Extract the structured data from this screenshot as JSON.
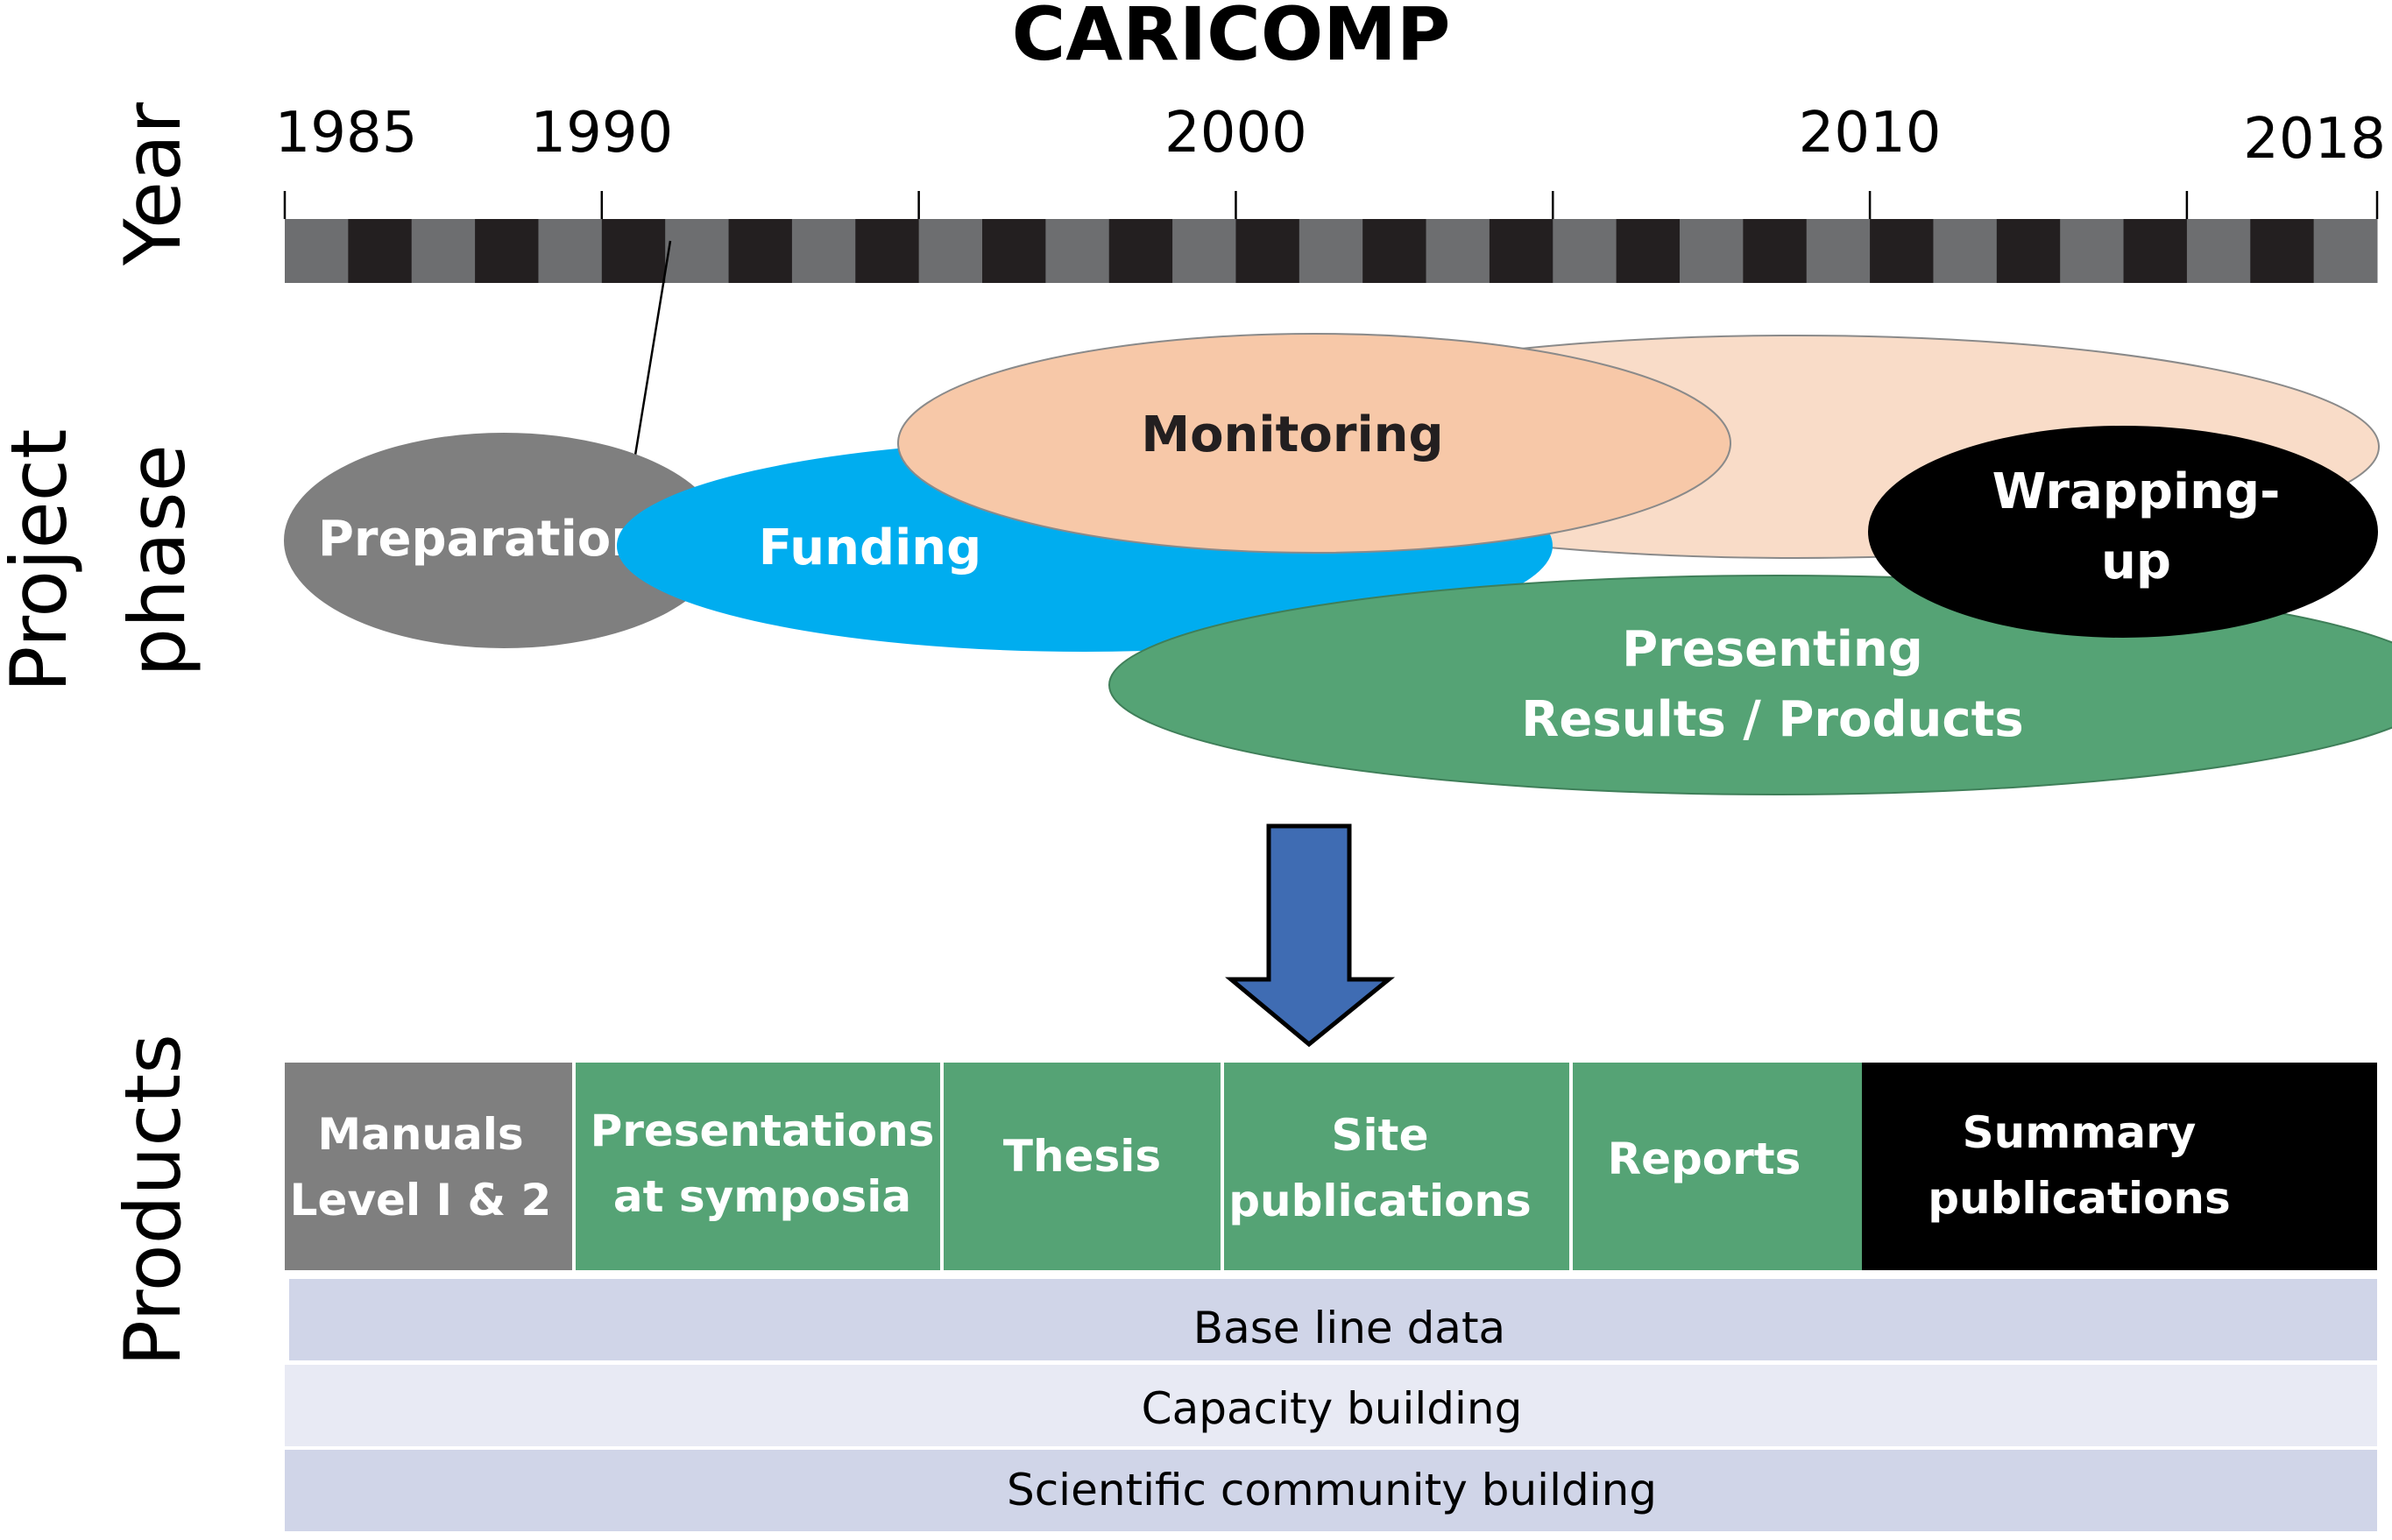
{
  "title": "CARICOMP",
  "row_labels": {
    "year": "Year",
    "project_line1": "Project",
    "project_line2": "phase",
    "products": "Products"
  },
  "timeline": {
    "start_year": 1985,
    "end_year": 2018,
    "tick_years": [
      1985,
      1990,
      1995,
      2000,
      2005,
      2010,
      2015,
      2018
    ],
    "labels": [
      {
        "year": 1985,
        "text": "1985"
      },
      {
        "year": 1990,
        "text": "1990"
      },
      {
        "year": 2000,
        "text": "2000"
      },
      {
        "year": 2010,
        "text": "2010"
      },
      {
        "year": 2018,
        "text": "2018"
      }
    ],
    "colors": {
      "light": "#6d6e70",
      "dark": "#231f20"
    }
  },
  "phases": [
    {
      "id": "monitoring-extended",
      "label_lines": [],
      "fill": "#f9dcc8",
      "stroke": "#8a8a8a",
      "text_color": "#231f20"
    },
    {
      "id": "preparation",
      "label_lines": [
        "Preparation"
      ],
      "fill": "#7f7f7f",
      "stroke": "#7f7f7f",
      "text_color": "#ffffff"
    },
    {
      "id": "funding",
      "label_lines": [
        "Funding"
      ],
      "fill": "#00adef",
      "stroke": "#00adef",
      "text_color": "#ffffff"
    },
    {
      "id": "presenting",
      "label_lines": [
        "Presenting",
        "Results / Products"
      ],
      "fill": "#55a375",
      "stroke": "#3f7f59",
      "text_color": "#ffffff"
    },
    {
      "id": "monitoring",
      "label_lines": [
        "Monitoring"
      ],
      "fill": "#f7c8a8",
      "stroke": "#8a8a8a",
      "text_color": "#231f20"
    },
    {
      "id": "wrapping-up",
      "label_lines": [
        "Wrapping-",
        "up"
      ],
      "fill": "#000000",
      "stroke": "#000000",
      "text_color": "#ffffff"
    }
  ],
  "arrow_color": "#3f6cb3",
  "products": [
    {
      "id": "manuals",
      "lines": [
        "Manuals",
        "Level I & 2"
      ],
      "fill": "#7f7f7f"
    },
    {
      "id": "presentations",
      "lines": [
        "Presentations",
        "at symposia"
      ],
      "fill": "#55a375"
    },
    {
      "id": "thesis",
      "lines": [
        "Thesis"
      ],
      "fill": "#55a375"
    },
    {
      "id": "site-publications",
      "lines": [
        "Site",
        "publications"
      ],
      "fill": "#55a375"
    },
    {
      "id": "reports",
      "lines": [
        "Reports"
      ],
      "fill": "#55a375"
    },
    {
      "id": "summary-publications",
      "lines": [
        "Summary",
        "publications"
      ],
      "fill": "#000000"
    }
  ],
  "bands": [
    {
      "id": "baseline",
      "text": "Base line data",
      "fill": "#d0d5e8"
    },
    {
      "id": "capacity",
      "text": "Capacity building",
      "fill": "#e8eaf4"
    },
    {
      "id": "community",
      "text": "Scientific community building",
      "fill": "#d0d5e8"
    }
  ]
}
